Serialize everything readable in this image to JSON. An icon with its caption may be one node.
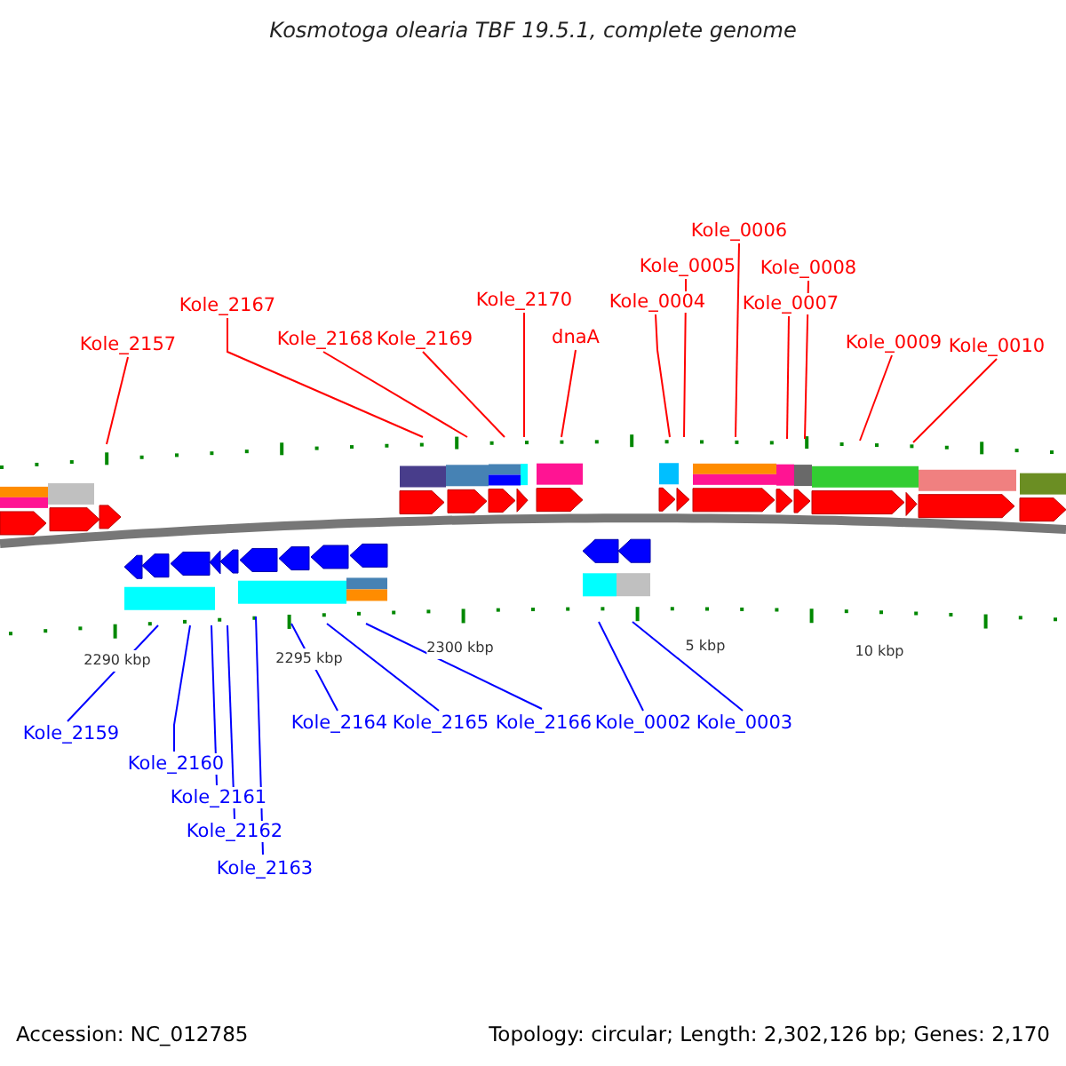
{
  "diagram": {
    "title": "Kosmotoga olearia TBF 19.5.1, complete genome",
    "nodes": [
      {
        "text": [
          "Kole_2157"
        ]
      },
      {
        "text": [
          "Kole_2167"
        ]
      },
      {
        "text": [
          "Kole_2168"
        ]
      },
      {
        "text": [
          "Kole_2169"
        ]
      },
      {
        "text": [
          "Kole_2170"
        ]
      },
      {
        "text": [
          "dnaA"
        ]
      },
      {
        "text": [
          "Kole_0004"
        ]
      },
      {
        "text": [
          "Kole_0005"
        ]
      },
      {
        "text": [
          "Kole_0006"
        ]
      },
      {
        "text": [
          "Kole_0007"
        ]
      },
      {
        "text": [
          "Kole_0008"
        ]
      },
      {
        "text": [
          "Kole_0009"
        ]
      },
      {
        "text": [
          "Kole_0010"
        ]
      },
      {
        "text": [
          "Kole_2159"
        ]
      },
      {
        "text": [
          "Kole_2160"
        ]
      },
      {
        "text": [
          "Kole_2161"
        ]
      },
      {
        "text": [
          "Kole_2162"
        ]
      },
      {
        "text": [
          "Kole_2163"
        ]
      },
      {
        "text": [
          "Kole_2164"
        ]
      },
      {
        "text": [
          "Kole_2165"
        ]
      },
      {
        "text": [
          "Kole_2166"
        ]
      },
      {
        "text": [
          "Kole_0002"
        ]
      },
      {
        "text": [
          "Kole_0003"
        ]
      }
    ],
    "edges": [
      {
        "from": 0,
        "to": null,
        "arrow": "none"
      },
      {
        "from": 1,
        "to": null,
        "arrow": "none"
      },
      {
        "from": 2,
        "to": null,
        "arrow": "none"
      },
      {
        "from": 3,
        "to": null,
        "arrow": "none"
      },
      {
        "from": 4,
        "to": null,
        "arrow": "none"
      },
      {
        "from": 5,
        "to": null,
        "arrow": "none"
      },
      {
        "from": 6,
        "to": null,
        "arrow": "none"
      },
      {
        "from": 7,
        "to": null,
        "arrow": "none"
      },
      {
        "from": 8,
        "to": null,
        "arrow": "none"
      },
      {
        "from": 9,
        "to": null,
        "arrow": "none"
      },
      {
        "from": 10,
        "to": null,
        "arrow": "none"
      },
      {
        "from": 11,
        "to": null,
        "arrow": "none"
      },
      {
        "from": 12,
        "to": null,
        "arrow": "none"
      },
      {
        "from": 13,
        "to": null,
        "arrow": "none",
        "color": "#0000ff"
      },
      {
        "from": 14,
        "to": null,
        "arrow": "none",
        "color": "#0000ff"
      },
      {
        "from": 15,
        "to": null,
        "arrow": "none",
        "color": "#0000ff"
      },
      {
        "from": 16,
        "to": null,
        "arrow": "none",
        "color": "#0000ff"
      },
      {
        "from": 17,
        "to": null,
        "arrow": "none",
        "color": "#0000ff"
      },
      {
        "from": 18,
        "to": null,
        "arrow": "none",
        "color": "#0000ff"
      },
      {
        "from": 19,
        "to": null,
        "arrow": "none",
        "color": "#0000ff"
      },
      {
        "from": 20,
        "to": null,
        "arrow": "none",
        "color": "#0000ff"
      },
      {
        "from": 21,
        "to": null,
        "arrow": "none",
        "color": "#0000ff"
      },
      {
        "from": 22,
        "to": null,
        "arrow": "none",
        "color": "#0000ff"
      }
    ],
    "labels": [
      "2290 kbp",
      "2295 kbp",
      "2300 kbp",
      "5 kbp",
      "10 kbp",
      "Accession: NC_012785",
      "Topology: circular; Length: 2,302,126 bp; Genes: 2,170"
    ]
  }
}
